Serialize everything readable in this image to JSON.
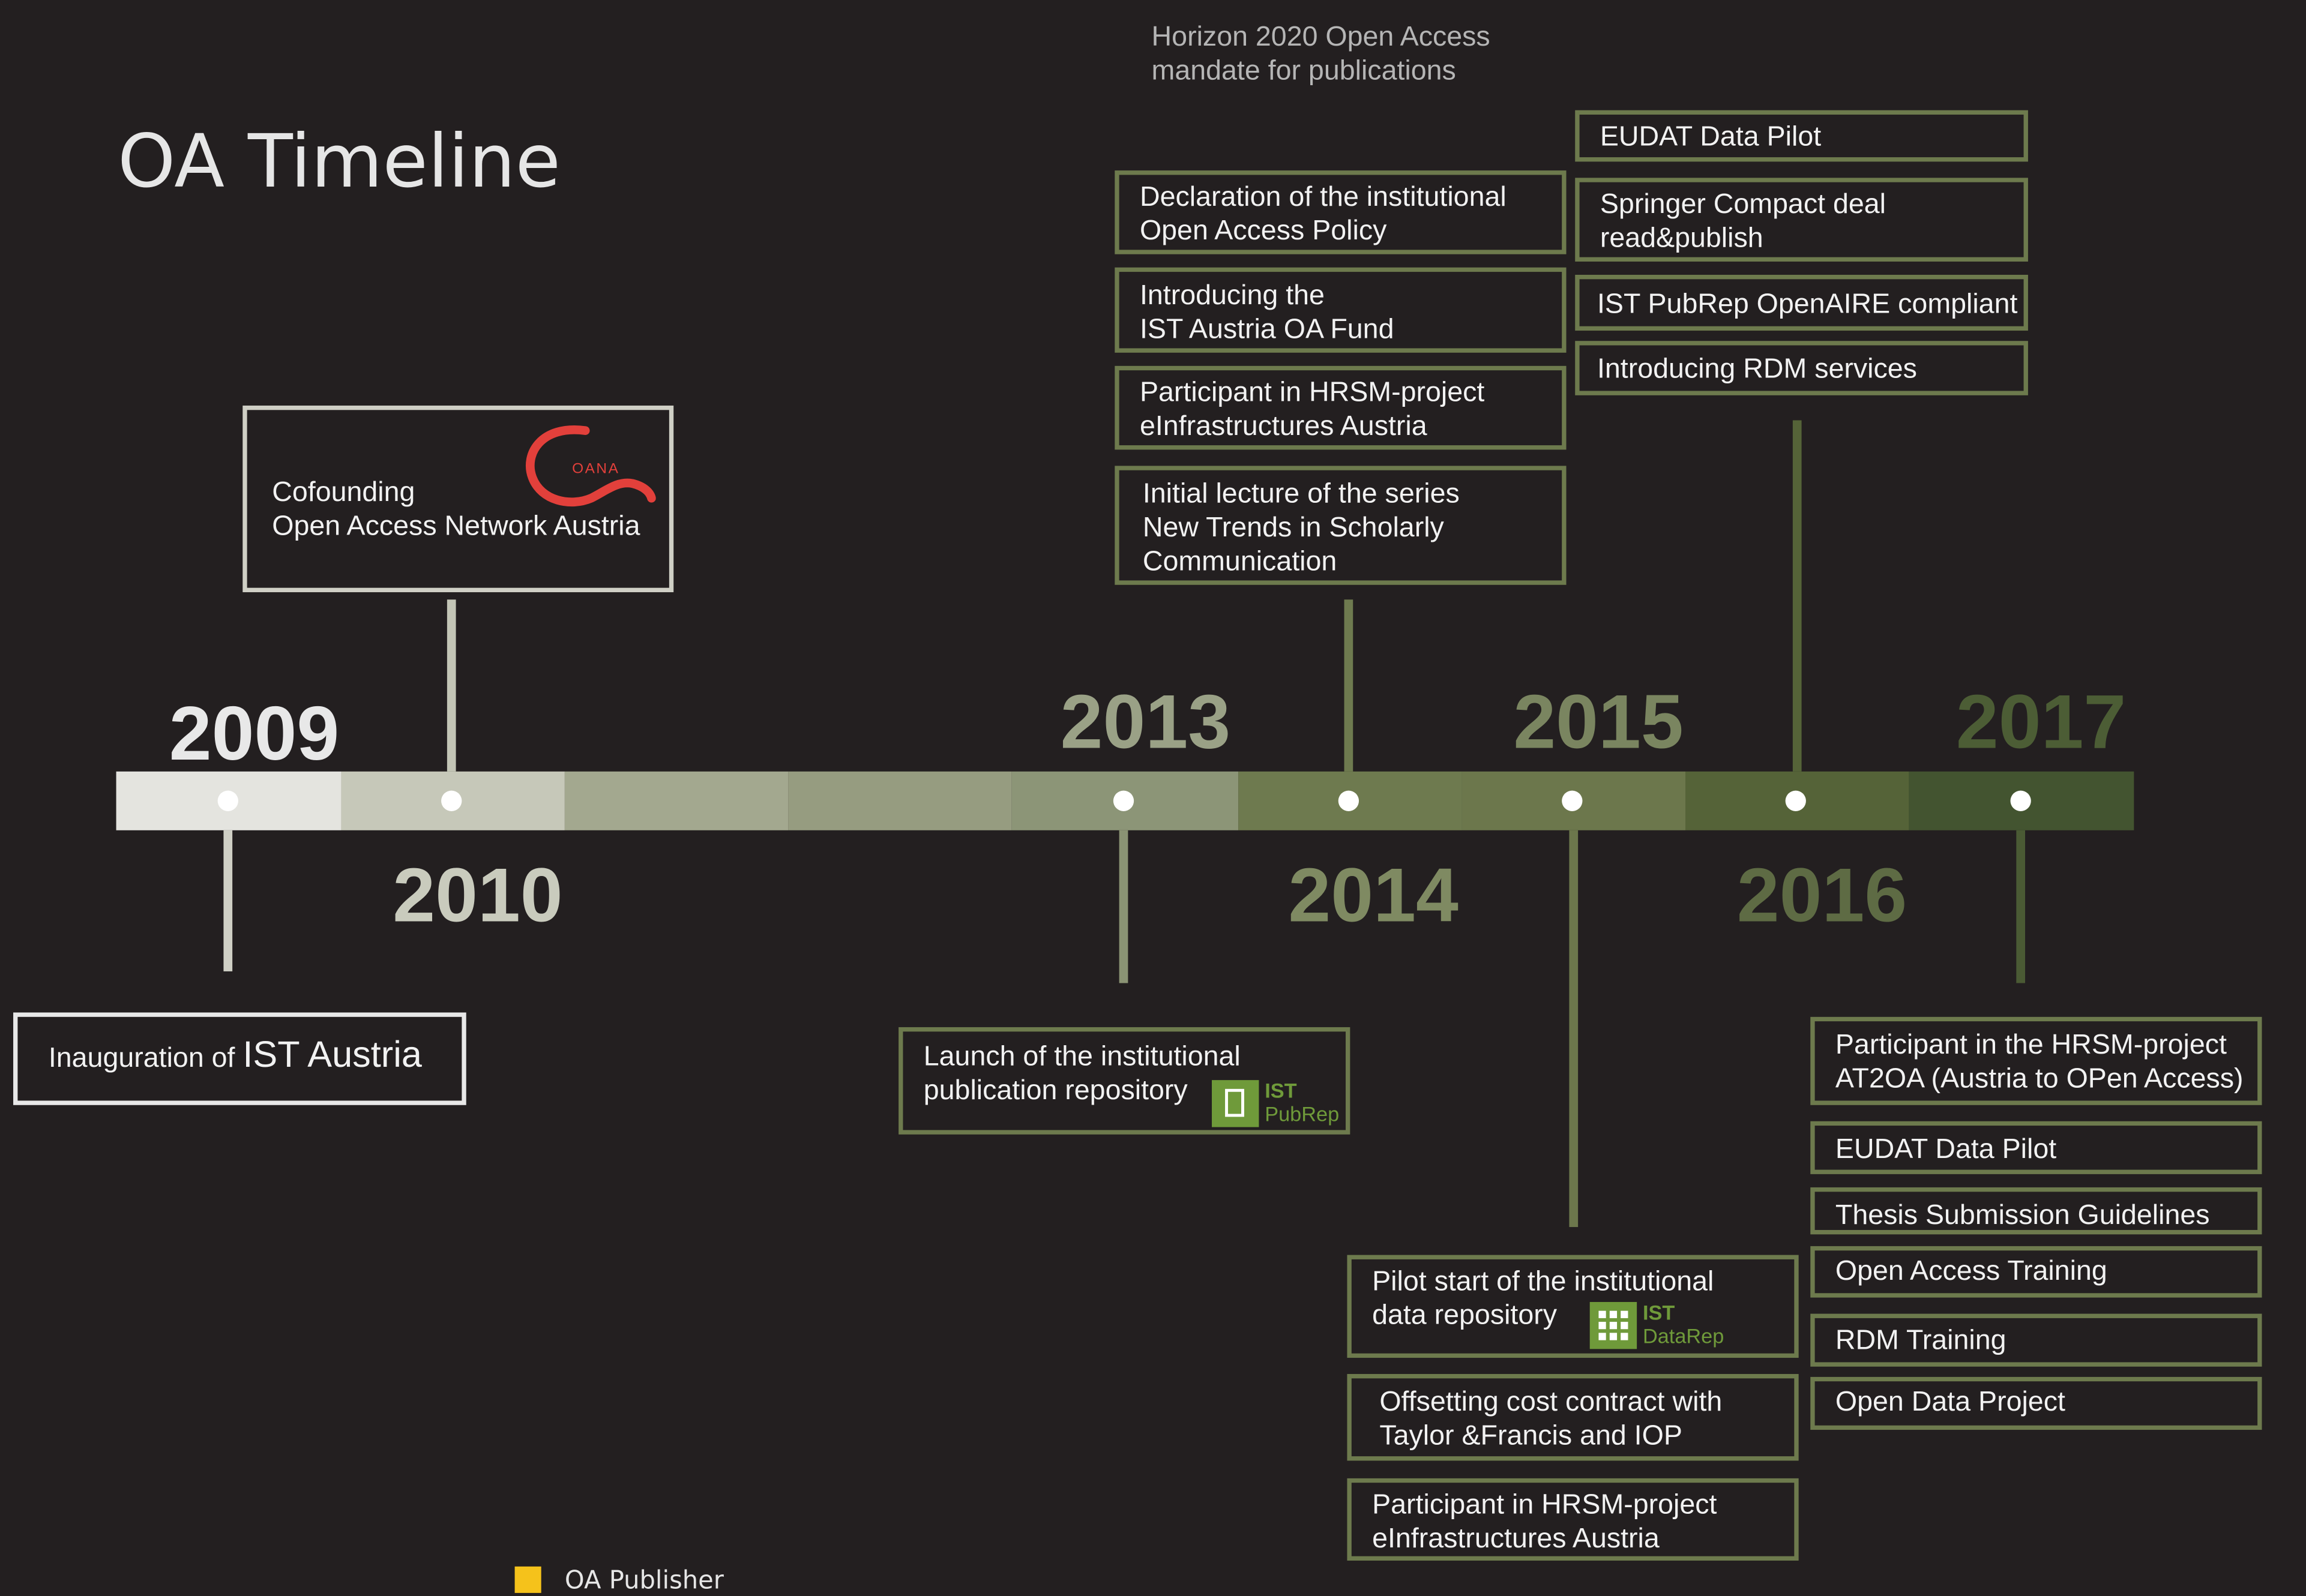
{
  "title": "OA Timeline",
  "horizon_note": "Horizon 2020 Open Access\nmandate for publications",
  "colors": {
    "background": "#231f20",
    "box_olive": "#6d7a4d",
    "box_light": "#cfcfc5",
    "oana_red": "#e2403b",
    "legend_yellow": "#f5c21b",
    "timeline_segments": [
      "#e4e4df",
      "#c6c8b9",
      "#a3a88f",
      "#969c80",
      "#8c9577",
      "#6e7a4f",
      "#6c774c",
      "#556338",
      "#435430"
    ]
  },
  "years": {
    "y2009": "2009",
    "y2010": "2010",
    "y2013": "2013",
    "y2014": "2014",
    "y2015": "2015",
    "y2016": "2016",
    "y2017": "2017"
  },
  "events": {
    "y2009": "Inauguration of ",
    "y2009_emph": "IST Austria",
    "y2010": "Cofounding\nOpen Access Network Austria",
    "y2010_logo": "OANA",
    "y2013": "Launch of the institutional\npublication repository",
    "y2013_logo_line1": "IST",
    "y2013_logo_line2": "PubRep",
    "y2014": [
      "Declaration of the institutional\nOpen Access Policy",
      "Introducing the\nIST Austria OA Fund",
      "Participant in HRSM-project\neInfrastructures Austria",
      "Initial lecture of the series\nNew Trends in Scholarly\nCommunication"
    ],
    "y2015": [
      "Pilot start of the institutional\ndata repository",
      "Offsetting cost contract with\nTaylor &Francis and IOP",
      "Participant in HRSM-project\neInfrastructures Austria"
    ],
    "y2015_logo_line1": "IST",
    "y2015_logo_line2": "DataRep",
    "y2016": [
      "EUDAT Data Pilot",
      "Springer Compact deal\nread&publish",
      "IST PubRep OpenAIRE compliant",
      "Introducing RDM services"
    ],
    "y2017": [
      "Participant in the HRSM-project\nAT2OA (Austria to OPen Access)",
      "EUDAT Data Pilot",
      "Thesis Submission Guidelines",
      "Open Access Training",
      "RDM Training",
      "Open Data Project"
    ]
  },
  "legend": {
    "oa_publisher": "OA Publisher"
  }
}
